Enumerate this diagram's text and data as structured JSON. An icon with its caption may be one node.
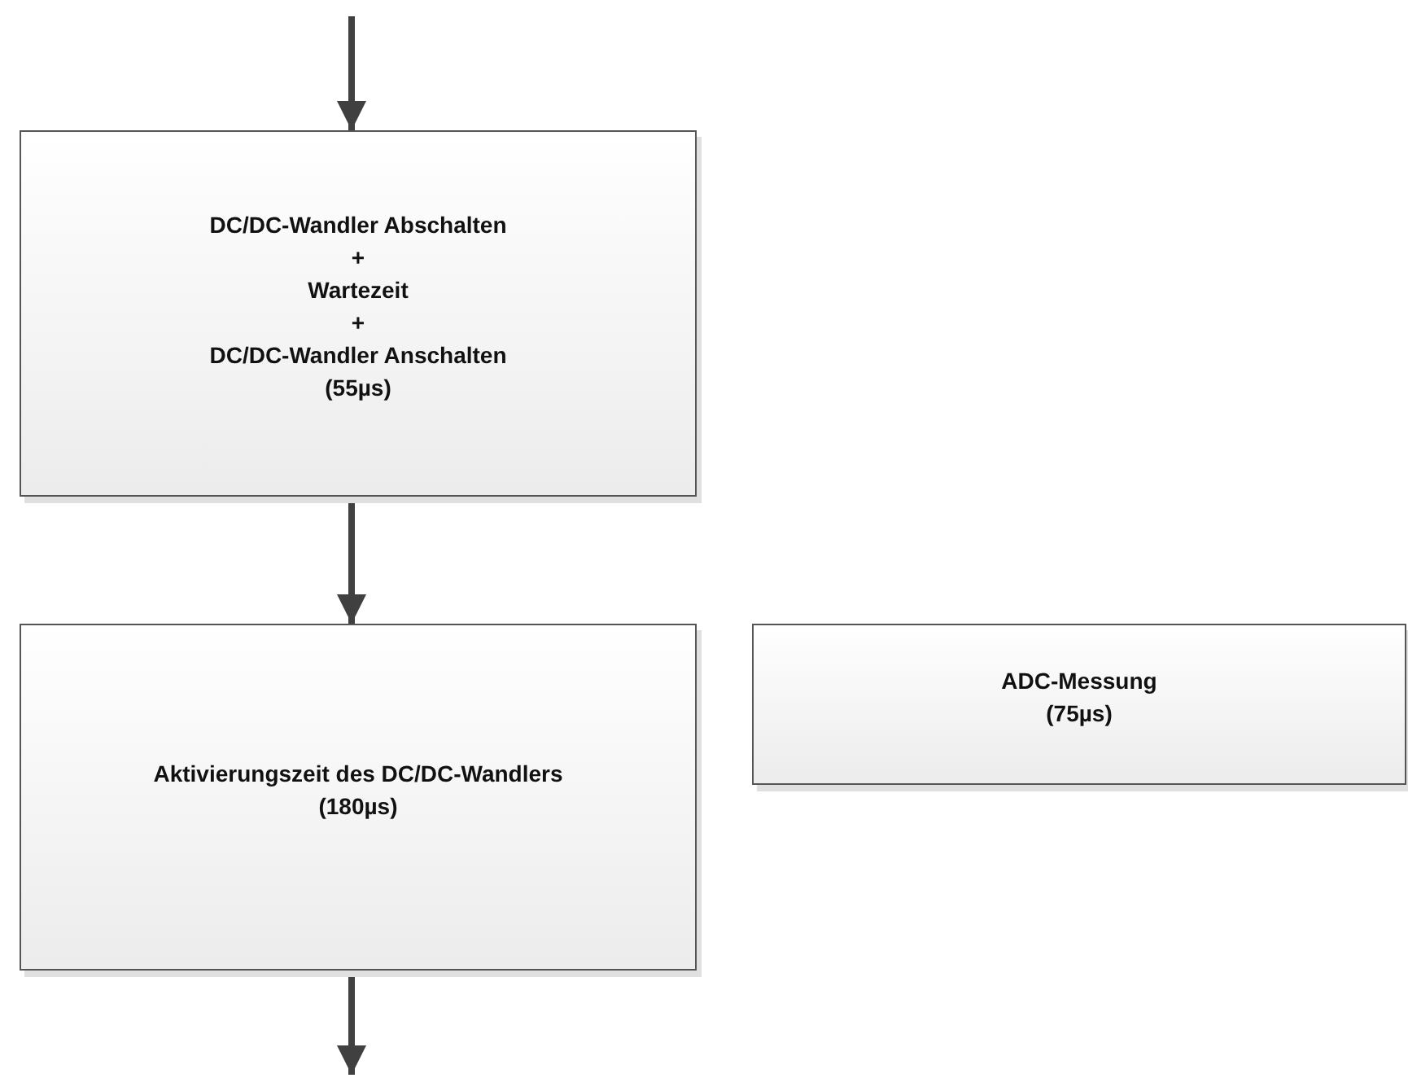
{
  "diagram": {
    "nodes": [
      {
        "text": [
          "DC/DC-Wandler Abschalten",
          "+",
          "Wartezeit",
          "+",
          "DC/DC-Wandler Anschalten",
          "(55µs)"
        ]
      },
      {
        "text": [
          "Aktivierungszeit des DC/DC-Wandlers",
          "(180µs)"
        ]
      },
      {
        "text": [
          "ADC-Messung",
          "(75µs)"
        ]
      }
    ],
    "edges": [
      {
        "from": null,
        "to": 0,
        "arrow": "to"
      },
      {
        "from": 0,
        "to": 1,
        "arrow": "to"
      },
      {
        "from": 1,
        "to": null,
        "arrow": "to"
      }
    ]
  }
}
